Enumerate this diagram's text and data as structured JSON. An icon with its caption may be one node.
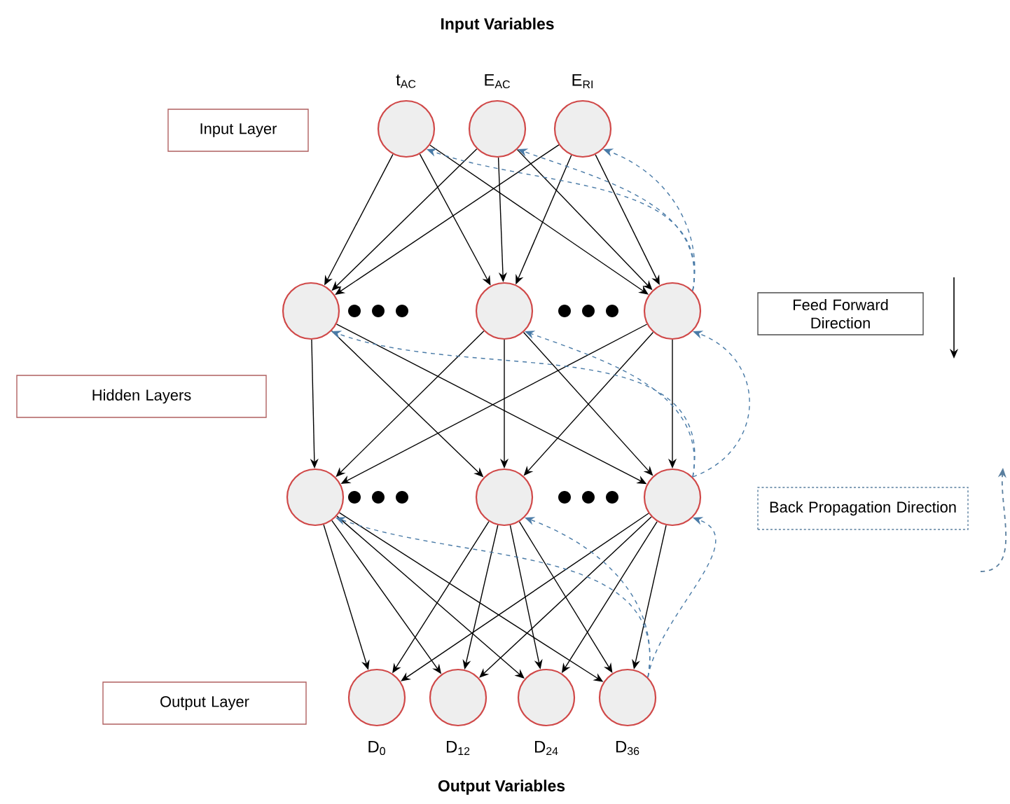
{
  "diagram": {
    "title": "Input Variables",
    "nodes": [
      {
        "text": [
          "Input Layer"
        ]
      },
      {
        "text": [
          "t$_{AC}$"
        ]
      },
      {
        "text": [
          "E$_{AC}$"
        ]
      },
      {
        "text": [
          "E$_{RI}$"
        ]
      },
      {
        "text": [
          "Hidden Layers"
        ]
      },
      {
        "text": [],
        "shape": "circle"
      },
      {
        "text": [],
        "shape": "circle"
      },
      {
        "text": [],
        "shape": "circle"
      },
      {
        "text": [],
        "shape": "circle"
      },
      {
        "text": [],
        "shape": "circle"
      },
      {
        "text": [],
        "shape": "circle"
      },
      {
        "text": [
          "Output Layer"
        ]
      },
      {
        "text": [
          "D$_{0}$"
        ]
      },
      {
        "text": [
          "D$_{12}$"
        ]
      },
      {
        "text": [
          "D$_{24}$"
        ]
      },
      {
        "text": [
          "D$_{36}$"
        ]
      },
      {
        "text": [
          "Feed Forward Direction"
        ]
      },
      {
        "text": [
          "Back Propagation Direction"
        ]
      }
    ],
    "edges": [
      {
        "from": 1,
        "to": 5,
        "arrow": "to"
      },
      {
        "from": 1,
        "to": 6,
        "arrow": "to"
      },
      {
        "from": 1,
        "to": 7,
        "arrow": "to"
      },
      {
        "from": 2,
        "to": 5,
        "arrow": "to"
      },
      {
        "from": 2,
        "to": 6,
        "arrow": "to"
      },
      {
        "from": 2,
        "to": 7,
        "arrow": "to"
      },
      {
        "from": 3,
        "to": 5,
        "arrow": "to"
      },
      {
        "from": 3,
        "to": 6,
        "arrow": "to"
      },
      {
        "from": 3,
        "to": 7,
        "arrow": "to"
      },
      {
        "from": 5,
        "to": 8,
        "arrow": "to"
      },
      {
        "from": 5,
        "to": 9,
        "arrow": "to"
      },
      {
        "from": 5,
        "to": 10,
        "arrow": "to"
      },
      {
        "from": 6,
        "to": 8,
        "arrow": "to"
      },
      {
        "from": 6,
        "to": 9,
        "arrow": "to"
      },
      {
        "from": 6,
        "to": 10,
        "arrow": "to"
      },
      {
        "from": 7,
        "to": 8,
        "arrow": "to"
      },
      {
        "from": 7,
        "to": 9,
        "arrow": "to"
      },
      {
        "from": 7,
        "to": 10,
        "arrow": "to"
      },
      {
        "from": 8,
        "to": 12,
        "arrow": "to"
      },
      {
        "from": 8,
        "to": 13,
        "arrow": "to"
      },
      {
        "from": 8,
        "to": 14,
        "arrow": "to"
      },
      {
        "from": 8,
        "to": 15,
        "arrow": "to"
      },
      {
        "from": 9,
        "to": 12,
        "arrow": "to"
      },
      {
        "from": 9,
        "to": 13,
        "arrow": "to"
      },
      {
        "from": 9,
        "to": 14,
        "arrow": "to"
      },
      {
        "from": 9,
        "to": 15,
        "arrow": "to"
      },
      {
        "from": 10,
        "to": 12,
        "arrow": "to"
      },
      {
        "from": 10,
        "to": 13,
        "arrow": "to"
      },
      {
        "from": 10,
        "to": 14,
        "arrow": "to"
      },
      {
        "from": 10,
        "to": 15,
        "arrow": "to"
      },
      {
        "from": 7,
        "to": 1,
        "arrow": "to",
        "style": "dashed",
        "color": "#4a7ba7"
      },
      {
        "from": 7,
        "to": 2,
        "arrow": "to",
        "style": "dashed",
        "color": "#4a7ba7"
      },
      {
        "from": 7,
        "to": 3,
        "arrow": "to",
        "style": "dashed",
        "color": "#4a7ba7"
      },
      {
        "from": 10,
        "to": 5,
        "arrow": "to",
        "style": "dashed",
        "color": "#4a7ba7"
      },
      {
        "from": 10,
        "to": 6,
        "arrow": "to",
        "style": "dashed",
        "color": "#4a7ba7"
      },
      {
        "from": 10,
        "to": 7,
        "arrow": "to",
        "style": "dashed",
        "color": "#4a7ba7"
      },
      {
        "from": 15,
        "to": 8,
        "arrow": "to",
        "style": "dashed",
        "color": "#4a7ba7"
      },
      {
        "from": 15,
        "to": 9,
        "arrow": "to",
        "style": "dashed",
        "color": "#4a7ba7"
      },
      {
        "from": 15,
        "to": 10,
        "arrow": "to",
        "style": "dashed",
        "color": "#4a7ba7"
      }
    ],
    "labels": [
      "Output Variables"
    ]
  }
}
